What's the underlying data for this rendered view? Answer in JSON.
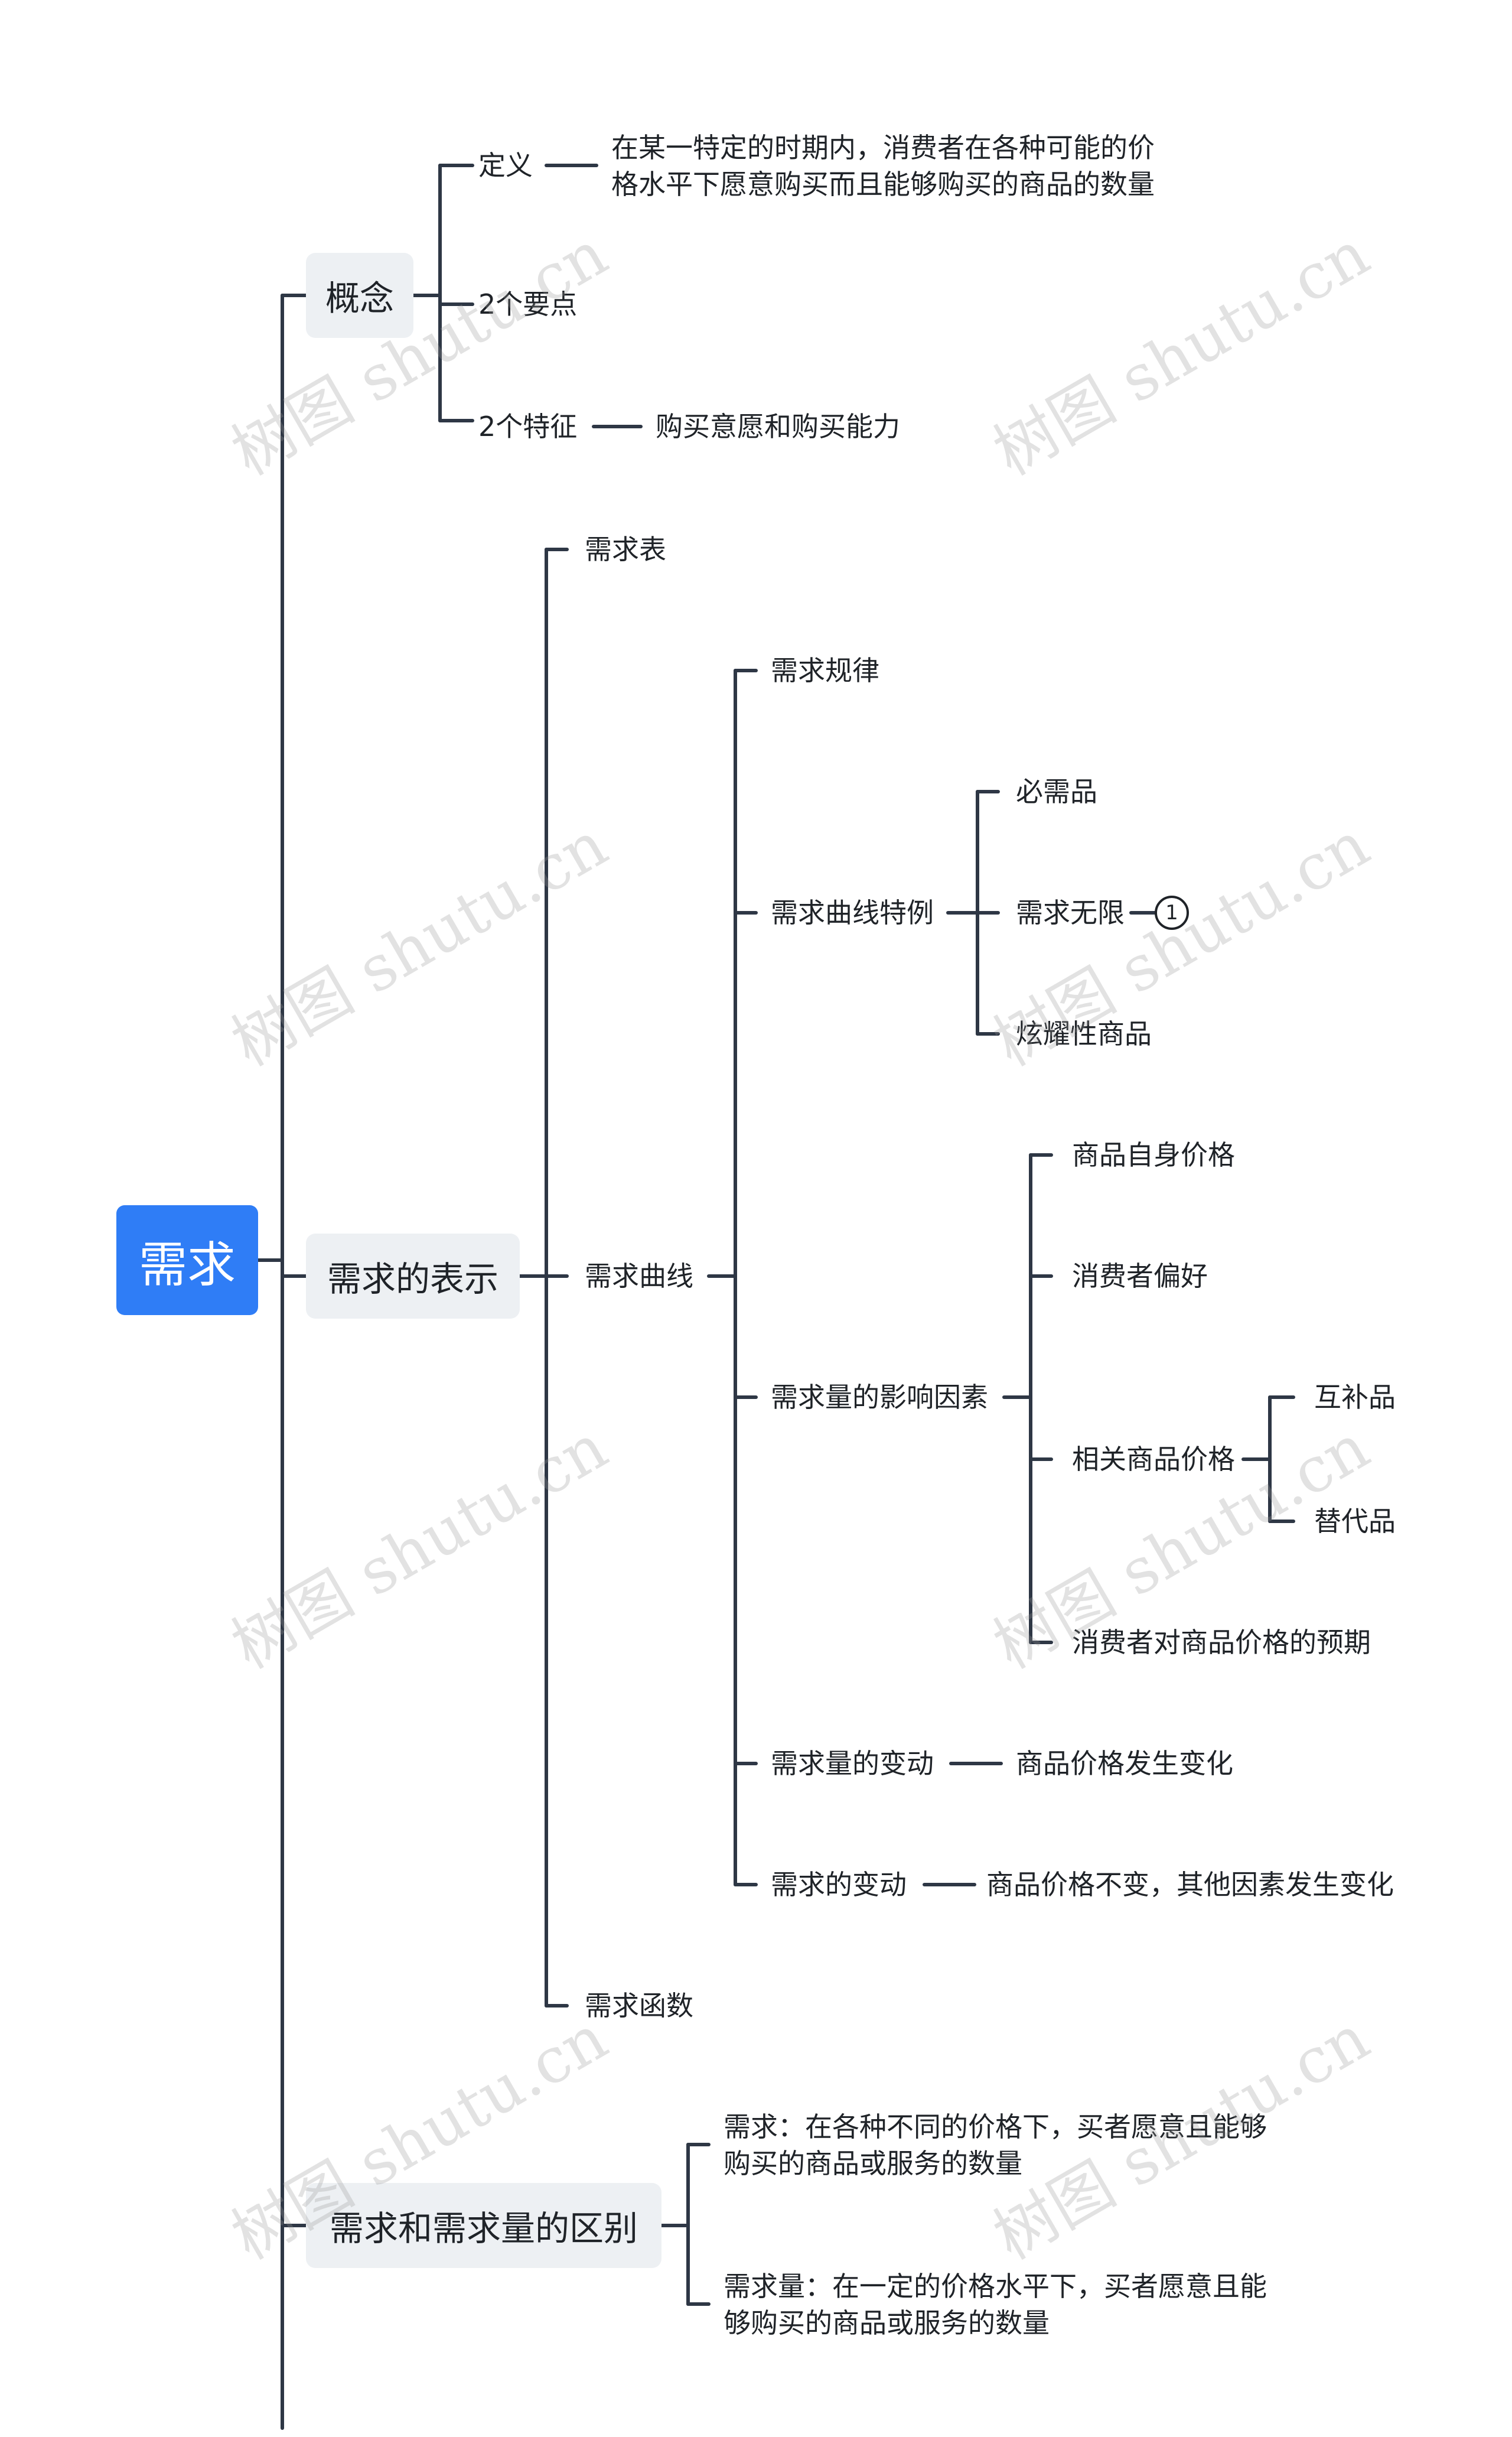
{
  "root": "需求",
  "concept": {
    "label": "概念",
    "definition": "定义",
    "definition_text_1": "在某一特定的时期内，消费者在各种可能的价",
    "definition_text_2": "格水平下愿意购买而且能够购买的商品的数量",
    "two_points": "2个要点",
    "two_features": "2个特征",
    "two_features_text": "购买意愿和购买能力"
  },
  "representation": {
    "label": "需求的表示",
    "table": "需求表",
    "curve": "需求曲线",
    "law": "需求规律",
    "special_cases": "需求曲线特例",
    "necessity": "必需品",
    "unlimited": "需求无限",
    "unlimited_badge": "1",
    "luxury": "炫耀性商品",
    "factors": "需求量的影响因素",
    "own_price": "商品自身价格",
    "preference": "消费者偏好",
    "related_price": "相关商品价格",
    "complement": "互补品",
    "substitute": "替代品",
    "expectation": "消费者对商品价格的预期",
    "qty_change": "需求量的变动",
    "qty_change_text": "商品价格发生变化",
    "demand_change": "需求的变动",
    "demand_change_text": "商品价格不变，其他因素发生变化",
    "function": "需求函数"
  },
  "difference": {
    "label": "需求和需求量的区别",
    "demand_1": "需求：在各种不同的价格下，买者愿意且能够",
    "demand_2": "购买的商品或服务的数量",
    "qty_1": "需求量：在一定的价格水平下，买者愿意且能",
    "qty_2": "够购买的商品或服务的数量"
  },
  "watermark": "树图 shutu.cn",
  "colors": {
    "root": "#2f7df6",
    "branch_bg": "#edf0f3",
    "line": "#2e3745"
  }
}
